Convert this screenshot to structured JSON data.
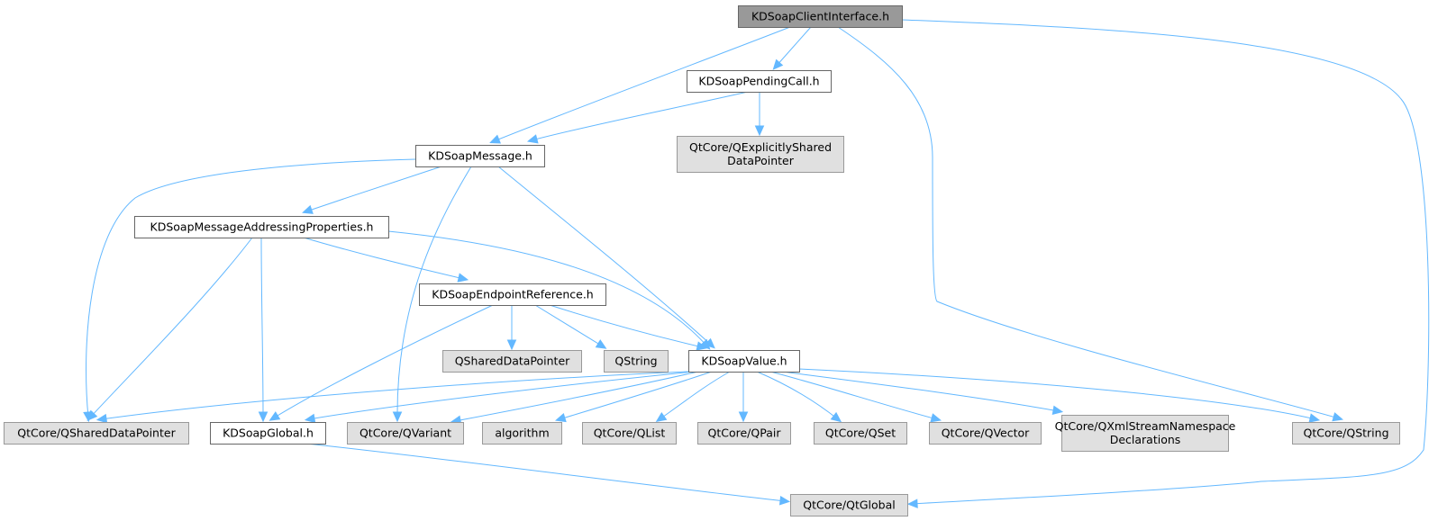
{
  "title": "KDSoapClientInterface.h include dependency graph",
  "colors": {
    "edge": "#63b8ff",
    "root_fill": "#999999",
    "root_stroke": "#666666",
    "project_fill": "#ffffff",
    "project_stroke": "#666666",
    "external_fill": "#e0e0e0",
    "external_stroke": "#999999"
  },
  "nodes": [
    {
      "id": "client",
      "kind": "root",
      "lines": [
        "KDSoapClientInterface.h"
      ]
    },
    {
      "id": "pending",
      "kind": "project",
      "lines": [
        "KDSoapPendingCall.h"
      ]
    },
    {
      "id": "expl",
      "kind": "external",
      "lines": [
        "QtCore/QExplicitlyShared",
        "DataPointer"
      ]
    },
    {
      "id": "message",
      "kind": "project",
      "lines": [
        "KDSoapMessage.h"
      ]
    },
    {
      "id": "addr",
      "kind": "project",
      "lines": [
        "KDSoapMessageAddressingProperties.h"
      ]
    },
    {
      "id": "endpoint",
      "kind": "project",
      "lines": [
        "KDSoapEndpointReference.h"
      ]
    },
    {
      "id": "qsdp",
      "kind": "external",
      "lines": [
        "QSharedDataPointer"
      ]
    },
    {
      "id": "qstring",
      "kind": "external",
      "lines": [
        "QString"
      ]
    },
    {
      "id": "value",
      "kind": "project",
      "lines": [
        "KDSoapValue.h"
      ]
    },
    {
      "id": "qtsdp",
      "kind": "external",
      "lines": [
        "QtCore/QSharedDataPointer"
      ]
    },
    {
      "id": "global",
      "kind": "project",
      "lines": [
        "KDSoapGlobal.h"
      ]
    },
    {
      "id": "qvariant",
      "kind": "external",
      "lines": [
        "QtCore/QVariant"
      ]
    },
    {
      "id": "algorithm",
      "kind": "external",
      "lines": [
        "algorithm"
      ]
    },
    {
      "id": "qlist",
      "kind": "external",
      "lines": [
        "QtCore/QList"
      ]
    },
    {
      "id": "qpair",
      "kind": "external",
      "lines": [
        "QtCore/QPair"
      ]
    },
    {
      "id": "qset",
      "kind": "external",
      "lines": [
        "QtCore/QSet"
      ]
    },
    {
      "id": "qvector",
      "kind": "external",
      "lines": [
        "QtCore/QVector"
      ]
    },
    {
      "id": "qxml",
      "kind": "external",
      "lines": [
        "QtCore/QXmlStreamNamespace",
        "Declarations"
      ]
    },
    {
      "id": "qtstring",
      "kind": "external",
      "lines": [
        "QtCore/QString"
      ]
    },
    {
      "id": "qtglobal",
      "kind": "external",
      "lines": [
        "QtCore/QtGlobal"
      ]
    }
  ],
  "edges": [
    {
      "from": "client",
      "to": "pending"
    },
    {
      "from": "client",
      "to": "message"
    },
    {
      "from": "client",
      "to": "qtstring"
    },
    {
      "from": "client",
      "to": "qtglobal"
    },
    {
      "from": "pending",
      "to": "message"
    },
    {
      "from": "pending",
      "to": "expl"
    },
    {
      "from": "message",
      "to": "addr"
    },
    {
      "from": "message",
      "to": "qtsdp"
    },
    {
      "from": "message",
      "to": "qvariant"
    },
    {
      "from": "message",
      "to": "value"
    },
    {
      "from": "addr",
      "to": "endpoint"
    },
    {
      "from": "addr",
      "to": "value"
    },
    {
      "from": "addr",
      "to": "qtsdp"
    },
    {
      "from": "addr",
      "to": "global"
    },
    {
      "from": "endpoint",
      "to": "qsdp"
    },
    {
      "from": "endpoint",
      "to": "qstring"
    },
    {
      "from": "endpoint",
      "to": "value"
    },
    {
      "from": "endpoint",
      "to": "global"
    },
    {
      "from": "value",
      "to": "qtsdp"
    },
    {
      "from": "value",
      "to": "global"
    },
    {
      "from": "value",
      "to": "qvariant"
    },
    {
      "from": "value",
      "to": "algorithm"
    },
    {
      "from": "value",
      "to": "qlist"
    },
    {
      "from": "value",
      "to": "qpair"
    },
    {
      "from": "value",
      "to": "qset"
    },
    {
      "from": "value",
      "to": "qvector"
    },
    {
      "from": "value",
      "to": "qxml"
    },
    {
      "from": "value",
      "to": "qtstring"
    },
    {
      "from": "global",
      "to": "qtglobal"
    }
  ]
}
